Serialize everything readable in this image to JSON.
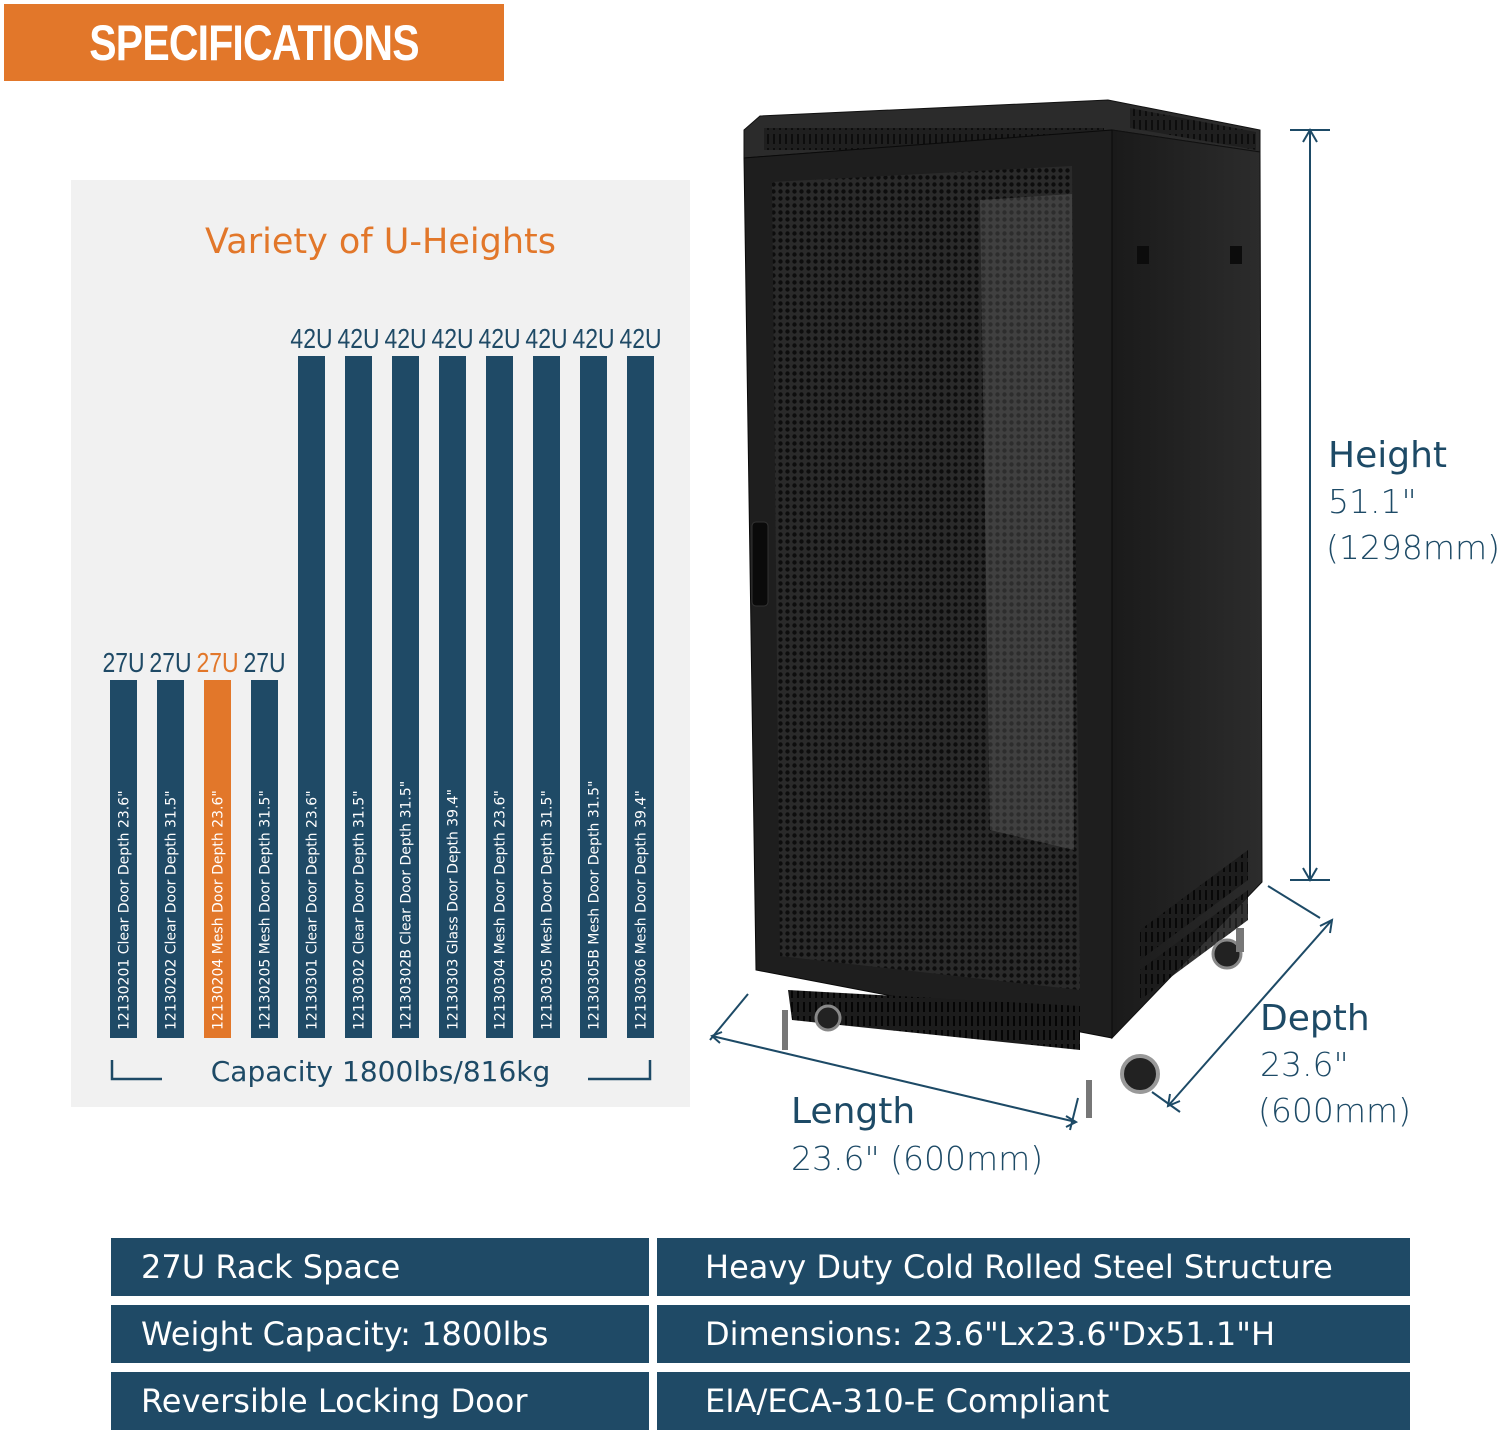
{
  "banner": {
    "title": "SPECIFICATIONS"
  },
  "panel": {
    "title": "Variety of U-Heights",
    "capacity": "Capacity 1800lbs/816kg"
  },
  "models": [
    {
      "size": "27U",
      "label": "12130201  Clear Door  Depth 23.6\"",
      "highlight": false
    },
    {
      "size": "27U",
      "label": "12130202  Clear Door  Depth 31.5\"",
      "highlight": false
    },
    {
      "size": "27U",
      "label": "12130204  Mesh Door  Depth 23.6\"",
      "highlight": true
    },
    {
      "size": "27U",
      "label": "12130205  Mesh Door  Depth 31.5\"",
      "highlight": false
    },
    {
      "size": "42U",
      "label": "12130301  Clear Door  Depth 23.6\"",
      "highlight": false
    },
    {
      "size": "42U",
      "label": "12130302  Clear Door  Depth 31.5\"",
      "highlight": false
    },
    {
      "size": "42U",
      "label": "12130302B  Clear Door  Depth 31.5\"",
      "highlight": false
    },
    {
      "size": "42U",
      "label": "12130303  Glass Door  Depth 39.4\"",
      "highlight": false
    },
    {
      "size": "42U",
      "label": "12130304  Mesh Door  Depth 23.6\"",
      "highlight": false
    },
    {
      "size": "42U",
      "label": "12130305  Mesh Door  Depth 31.5\"",
      "highlight": false
    },
    {
      "size": "42U",
      "label": "12130305B  Mesh Door  Depth 31.5\"",
      "highlight": false
    },
    {
      "size": "42U",
      "label": "12130306  Mesh Door  Depth 39.4\"",
      "highlight": false
    }
  ],
  "dimensions": {
    "height": {
      "label": "Height",
      "value1": "51.1\"",
      "value2": "(1298mm)"
    },
    "depth": {
      "label": "Depth",
      "value1": "23.6\"",
      "value2": "(600mm)"
    },
    "length": {
      "label": "Length",
      "value1": "23.6\" (600mm)"
    }
  },
  "features": {
    "left": [
      "27U Rack Space",
      "Weight Capacity: 1800lbs",
      "Reversible Locking Door"
    ],
    "right": [
      "Heavy Duty Cold Rolled Steel Structure",
      "Dimensions: 23.6\"Lx23.6\"Dx51.1\"H",
      "EIA/ECA-310-E Compliant"
    ]
  },
  "colors": {
    "navy": "#1f4a66",
    "orange": "#e2772a",
    "panel": "#f1f1f1"
  }
}
